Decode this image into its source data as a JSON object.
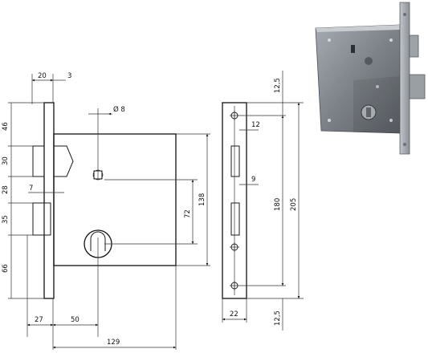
{
  "dimensions": {
    "top_face_width": "20",
    "face_offset": "3",
    "follower_hole": "Ø 8",
    "latch_top": "46",
    "latch_height": "30",
    "latch_gap": "28",
    "bolt_small": "7",
    "deadbolt_height": "35",
    "bottom_gap": "66",
    "backset_left": "27",
    "backset": "50",
    "case_width": "129",
    "centers": "72",
    "case_height": "138",
    "face_top": "12,5",
    "face_slot": "12",
    "face_slot_2": "9",
    "strike_centers": "180",
    "face_total": "205",
    "face_width": "22",
    "face_bottom": "12,5"
  },
  "photo": {
    "subject": "mortise lock photo",
    "color_metal": "#8d9298",
    "color_dark": "#3c4046"
  }
}
